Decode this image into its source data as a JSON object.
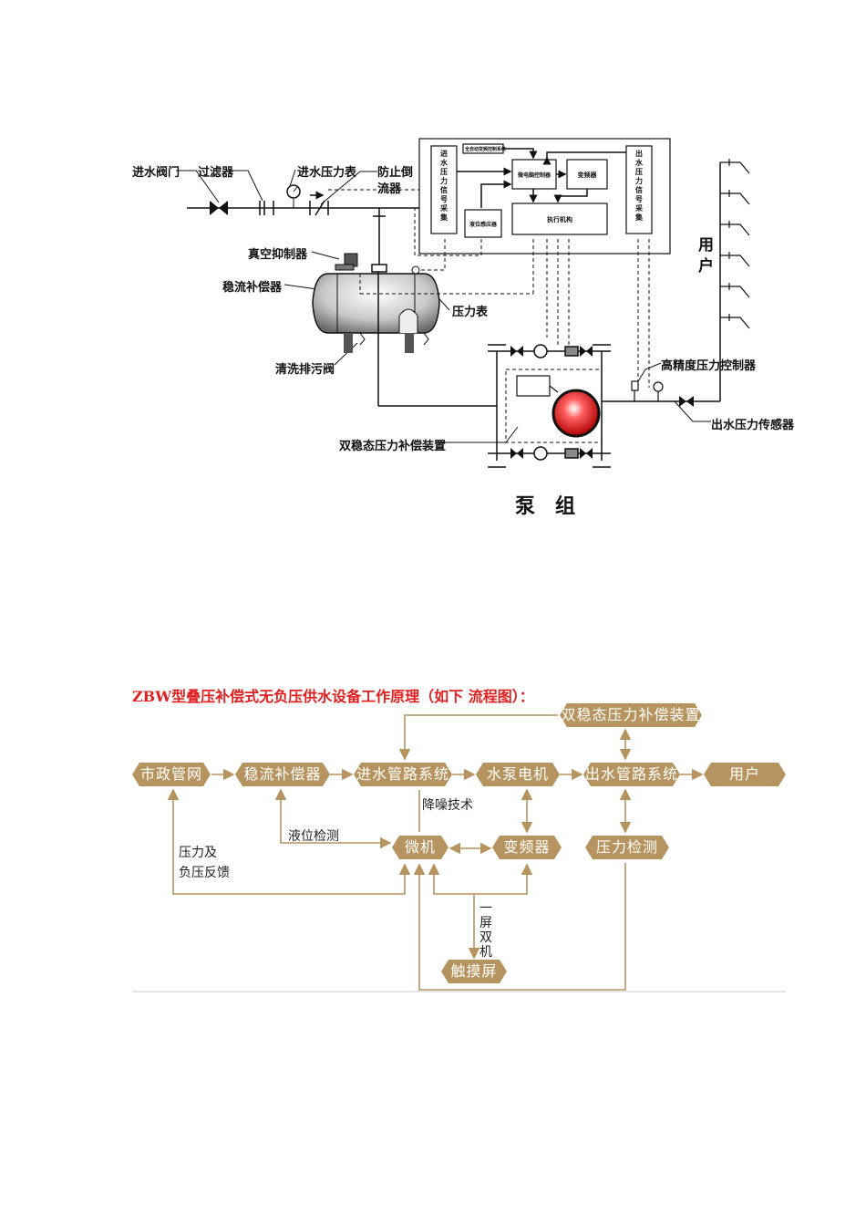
{
  "diagram1": {
    "labels": {
      "inlet_valve": "进水阀门",
      "filter": "过滤器",
      "inlet_gauge": "进水压力表",
      "backflow_1": "防止倒",
      "backflow_2": "流器",
      "vacuum": "真空抑制器",
      "tank": "稳流补偿器",
      "gauge": "压力表",
      "drain": "清洗排污阀",
      "dual": "双稳态压力补偿装置",
      "hp_ctrl": "高精度压力控制器",
      "out_sensor": "出水压力传感器",
      "users": "用户",
      "pump_group": "泵　组"
    },
    "control_box": {
      "inlet_collect": "进水压力信号采集",
      "outlet_collect": "出水压力信号采集",
      "top_small": "全自动变频控制系统",
      "main_ctrl": "微电脑控制器",
      "inverter": "变频器",
      "level": "液位感应器",
      "actuator": "执行机构"
    }
  },
  "diagram2": {
    "title": "ZBW型叠压补偿式无负压供水设备工作原理（如下 流程图）：",
    "nodes": {
      "municipal": "市政管网",
      "compensator": "稳流补偿器",
      "inlet_pipe": "进水管路系统",
      "pump_motor": "水泵电机",
      "outlet_pipe": "出水管路系统",
      "user": "用户",
      "dual_device": "双稳态压力补偿装置",
      "micro": "微机",
      "inverter": "变频器",
      "pressure_detect": "压力检测",
      "touch": "触摸屏"
    },
    "labels": {
      "noise": "降噪技术",
      "level": "液位检测",
      "fb1": "压力及",
      "fb2": "负压反馈",
      "screen": "一屏双机"
    },
    "colors": {
      "node": "#b59460",
      "title": "#e02020"
    }
  }
}
